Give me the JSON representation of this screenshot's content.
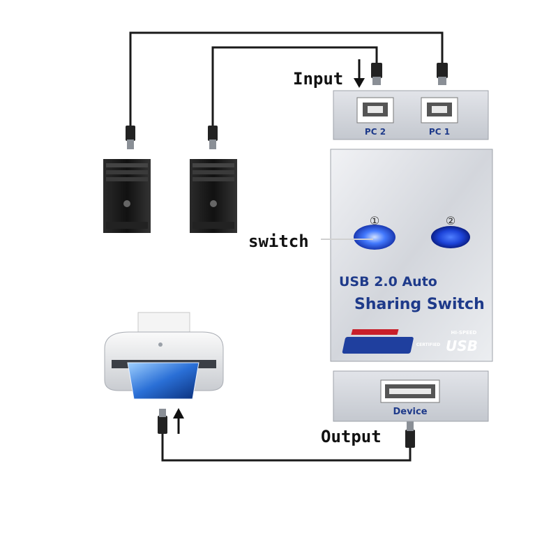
{
  "labels": {
    "input": "Input",
    "switch": "switch",
    "output": "Output"
  },
  "device": {
    "ports": {
      "pc2": "PC 2",
      "pc1": "PC 1",
      "device": "Device"
    },
    "leds": {
      "led1": "①",
      "led2": "②"
    },
    "title_line1": "USB 2.0 Auto",
    "title_line2": "Sharing Switch",
    "usb_logo": {
      "hi_speed": "HI-SPEED",
      "certified": "CERTIFIED",
      "usb": "USB"
    }
  },
  "colors": {
    "cable": "#1a1a1a",
    "metal_light": "#e6e8ec",
    "metal_dark": "#b8bcc4",
    "port_text": "#1e3a8a",
    "title_text": "#1e3a8a",
    "led_glow": "#2f6cff"
  }
}
